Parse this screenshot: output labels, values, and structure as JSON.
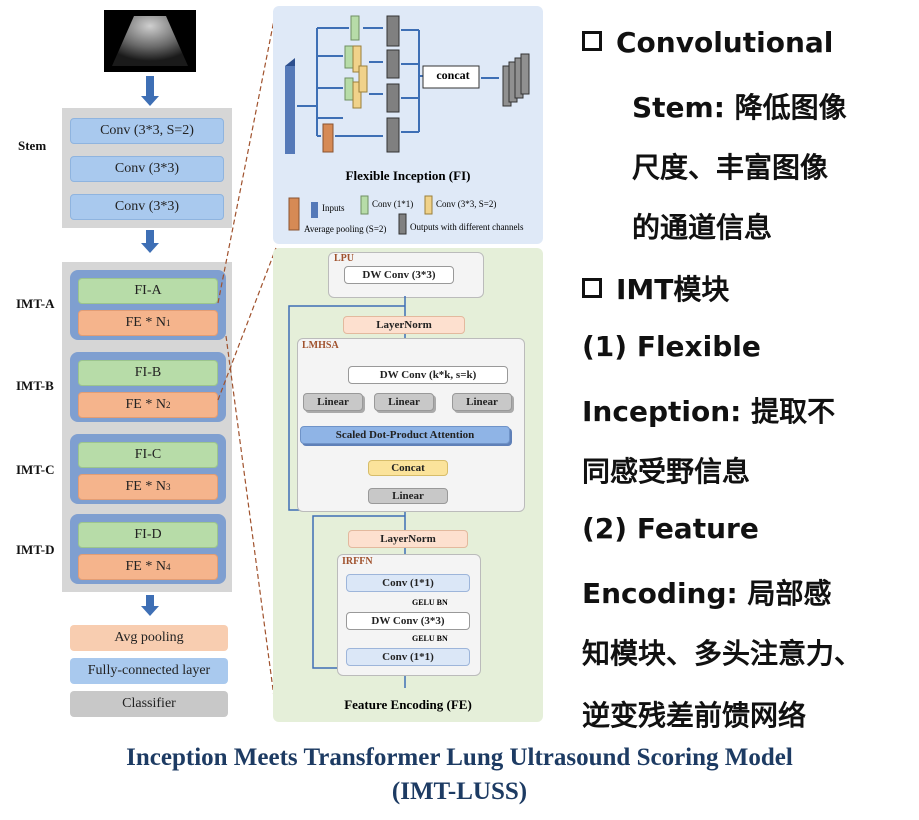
{
  "left": {
    "stem_label": "Stem",
    "stem_boxes": [
      "Conv (3*3, S=2)",
      "Conv (3*3)",
      "Conv (3*3)"
    ],
    "imt_labels": [
      "IMT-A",
      "IMT-B",
      "IMT-C",
      "IMT-D"
    ],
    "fi_labels": [
      "FI-A",
      "FI-B",
      "FI-C",
      "FI-D"
    ],
    "fe_labels": [
      "FE * N",
      "FE * N",
      "FE * N",
      "FE * N"
    ],
    "fe_subs": [
      "1",
      "2",
      "3",
      "4"
    ],
    "head": [
      "Avg pooling",
      "Fully-connected layer",
      "Classifier"
    ]
  },
  "fi_panel": {
    "title": "Flexible Inception (FI)",
    "concat": "concat",
    "legend": {
      "inputs": "Inputs",
      "conv11": "Conv (1*1)",
      "conv33": "Conv (3*3, S=2)",
      "avgpool": "Average pooling (S=2)",
      "outputs": "Outputs with different channels"
    }
  },
  "fe_panel": {
    "title": "Feature Encoding (FE)",
    "lpu": "LPU",
    "lpu_conv": "DW Conv (3*3)",
    "layernorm1": "LayerNorm",
    "lmhsa": "LMHSA",
    "dw_conv_k": "DW Conv (k*k, s=k)",
    "linear": "Linear",
    "attention": "Scaled Dot-Product Attention",
    "concat": "Concat",
    "linear_out": "Linear",
    "layernorm2": "LayerNorm",
    "irffn": "IRFFN",
    "ffn_conv1": "Conv (1*1)",
    "ffn_gelu1": "GELU BN",
    "ffn_dw": "DW Conv (3*3)",
    "ffn_gelu2": "GELU BN",
    "ffn_conv2": "Conv (1*1)"
  },
  "right": {
    "lines": [
      "Convolutional",
      "Stem: 降低图像",
      "尺度、丰富图像",
      "的通道信息",
      "IMT模块",
      "(1) Flexible",
      "Inception: 提取不",
      "同感受野信息",
      "(2) Feature",
      "Encoding: 局部感",
      "知模块、多头注意力、",
      "逆变残差前馈网络"
    ]
  },
  "caption": {
    "line1": "Inception Meets Transformer Lung Ultrasound Scoring Model",
    "line2": "(IMT-LUSS)"
  },
  "colors": {
    "arrow": "#3e6fb5",
    "fi_green": "#b7dca8",
    "fe_orange": "#f5b48c",
    "stem_blue": "#a9c9ee",
    "caption": "#1d3b63"
  }
}
